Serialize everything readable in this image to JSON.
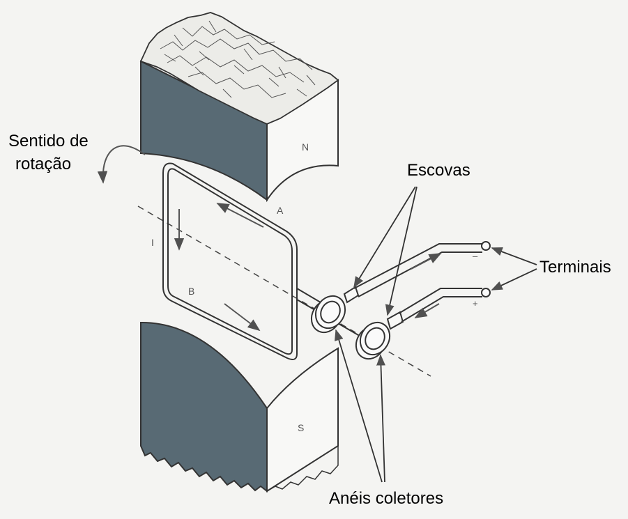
{
  "labels": {
    "rotation_line1": "Sentido de",
    "rotation_line2": "rotação",
    "brushes": "Escovas",
    "terminals": "Terminais",
    "slip_rings": "Anéis coletores",
    "pole_north": "N",
    "pole_south": "S",
    "side_a": "A",
    "side_b": "B",
    "current": "I",
    "terminal_plus": "+",
    "terminal_minus": "–"
  },
  "colors": {
    "pole_face": "#586a74",
    "pole_side": "#f8f8f6",
    "line": "#4a4a4a",
    "arrow": "#6b6b6b",
    "background": "#f4f4f2"
  }
}
